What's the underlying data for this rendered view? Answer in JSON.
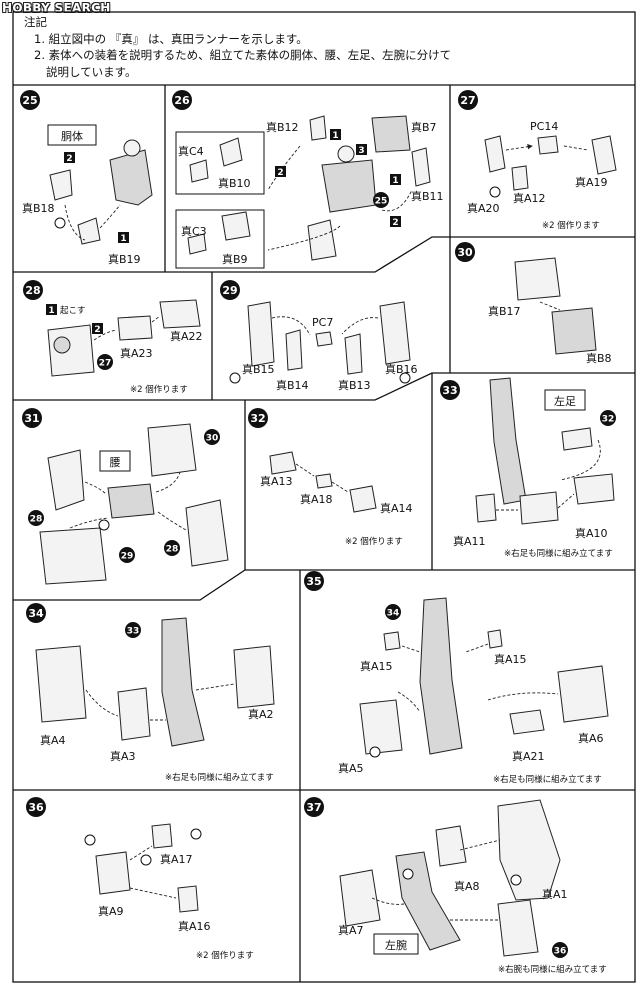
{
  "watermark": "HOBBY SEARCH",
  "notes": {
    "heading": "注記",
    "line1": "1. 組立図中の 『真』 は、真田ランナーを示します。",
    "line2": "2. 素体への装着を説明するため、組立てた素体の胴体、腰、左足、左腕に分けて",
    "line3": "説明しています。"
  },
  "steps": {
    "s25": {
      "num": "25",
      "box_label": "胴体",
      "parts": [
        "真B18",
        "真B19"
      ],
      "seq": [
        "1",
        "2"
      ]
    },
    "s26": {
      "num": "26",
      "parts": [
        "真B12",
        "真B7",
        "真C4",
        "真B10",
        "真C3",
        "真B9",
        "真B11"
      ],
      "seq": [
        "1",
        "2",
        "3",
        "1",
        "2"
      ],
      "refs": [
        "25"
      ]
    },
    "s27": {
      "num": "27",
      "parts": [
        "PC14",
        "真A20",
        "真A12",
        "真A19"
      ],
      "note": "※2 個作ります"
    },
    "s28": {
      "num": "28",
      "parts": [
        "真A22",
        "真A23"
      ],
      "text": "起こす",
      "seq": [
        "1",
        "2"
      ],
      "refs": [
        "27"
      ],
      "note": "※2 個作ります"
    },
    "s29": {
      "num": "29",
      "parts": [
        "PC7",
        "真B15",
        "真B14",
        "真B13",
        "真B16"
      ]
    },
    "s30": {
      "num": "30",
      "parts": [
        "真B17",
        "真B8"
      ]
    },
    "s31": {
      "num": "31",
      "box_label": "腰",
      "refs": [
        "30",
        "28",
        "29",
        "28"
      ]
    },
    "s32": {
      "num": "32",
      "parts": [
        "真A13",
        "真A18",
        "真A14"
      ],
      "note": "※2 個作ります"
    },
    "s33": {
      "num": "33",
      "box_label": "左足",
      "parts": [
        "真A11",
        "真A10"
      ],
      "refs": [
        "32"
      ],
      "note": "※右足も同様に組み立てます"
    },
    "s34": {
      "num": "34",
      "parts": [
        "真A4",
        "真A3",
        "真A2"
      ],
      "refs": [
        "33"
      ],
      "note": "※右足も同様に組み立てます"
    },
    "s35": {
      "num": "35",
      "parts": [
        "真A15",
        "真A15",
        "真A5",
        "真A21",
        "真A6"
      ],
      "refs": [
        "34"
      ],
      "note": "※右足も同様に組み立てます"
    },
    "s36": {
      "num": "36",
      "parts": [
        "真A17",
        "真A9",
        "真A16"
      ],
      "note": "※2 個作ります"
    },
    "s37": {
      "num": "37",
      "box_label": "左腕",
      "parts": [
        "真A8",
        "真A1",
        "真A7"
      ],
      "refs": [
        "36"
      ],
      "note": "※右腕も同様に組み立てます"
    }
  }
}
